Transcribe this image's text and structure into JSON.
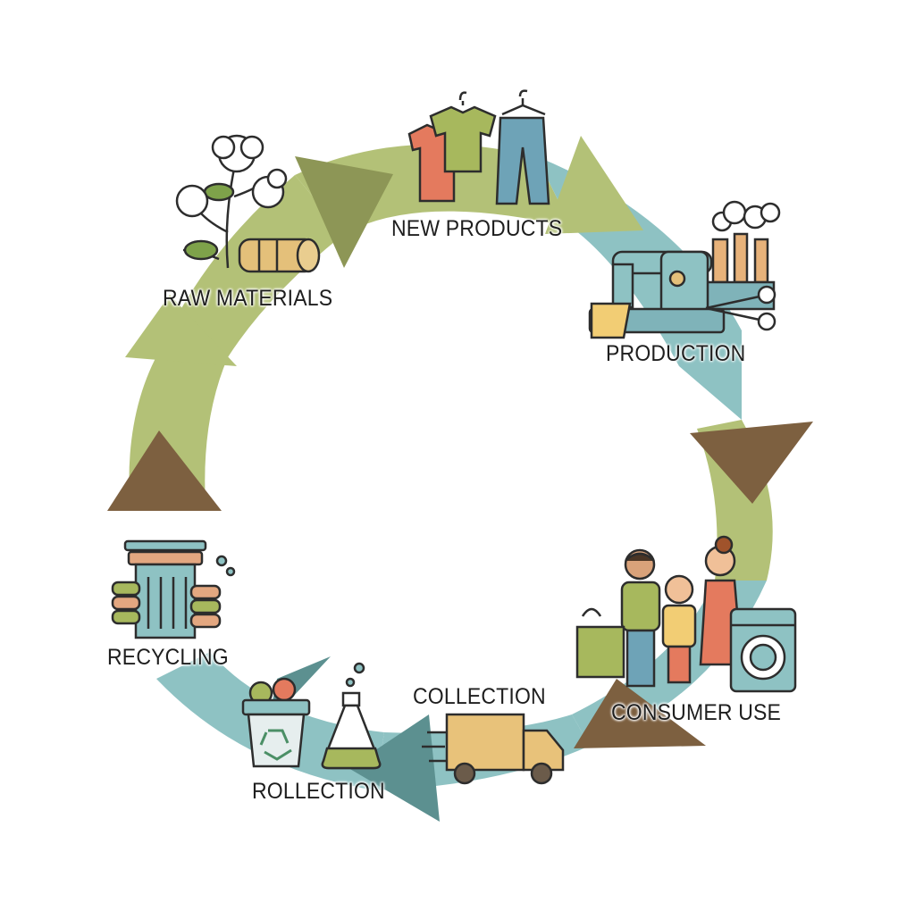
{
  "stages": {
    "raw_materials": "RAW MATERIALS",
    "new_products": "NEW PRODUCTS",
    "production": "PRODUCTION",
    "consumer_use": "CONSUMER USE",
    "collection": "COLLECTION",
    "rollection": "ROLLECTION",
    "recycling": "RECYCLING"
  },
  "colors": {
    "green": "#b3c177",
    "teal": "#8ec2c3",
    "brown": "#7d6040",
    "olive": "#8d9656",
    "outline": "#2d2d2d"
  },
  "icons": [
    "cotton-plant-icon",
    "fiber-bundle-icon",
    "t-shirt-icon",
    "shirt-on-hanger-icon",
    "jeans-on-hanger-icon",
    "sewing-machine-icon",
    "factory-icon",
    "scissors-icon",
    "family-icon",
    "shopping-bag-icon",
    "washing-machine-icon",
    "delivery-truck-icon",
    "recycling-bin-icon",
    "flask-icon",
    "shredder-icon",
    "textile-stack-icon"
  ]
}
